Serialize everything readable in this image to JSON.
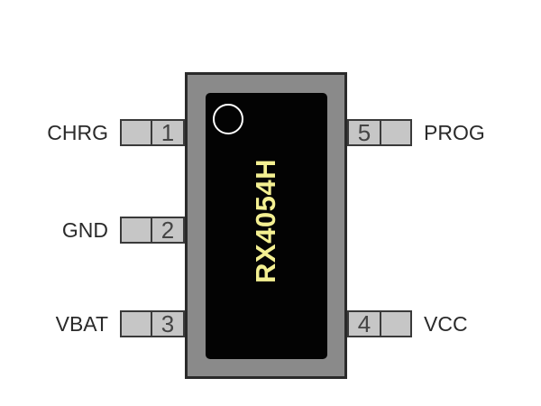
{
  "chip": {
    "part_number": "RX4054H",
    "body_color": "#8a8a8a",
    "die_color": "#030303",
    "label_color": "#f4f092"
  },
  "pins": {
    "p1": {
      "number": "1",
      "name": "CHRG"
    },
    "p2": {
      "number": "2",
      "name": "GND"
    },
    "p3": {
      "number": "3",
      "name": "VBAT"
    },
    "p4": {
      "number": "4",
      "name": "VCC"
    },
    "p5": {
      "number": "5",
      "name": "PROG"
    }
  }
}
